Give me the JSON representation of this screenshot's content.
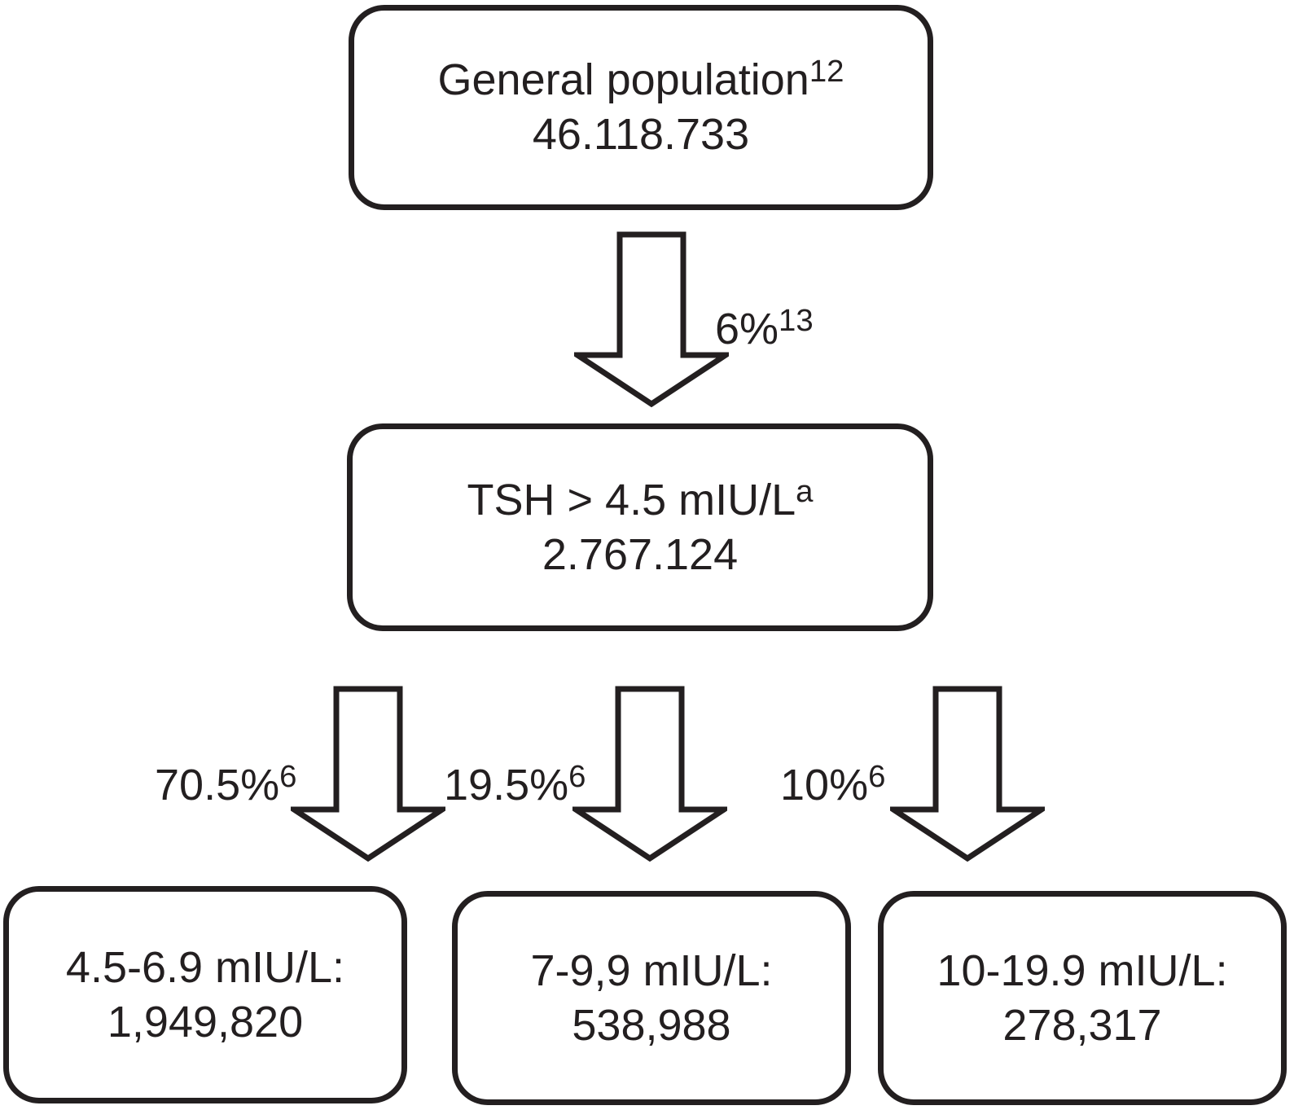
{
  "figure": {
    "background_color": "#ffffff",
    "ink_color": "#231f20"
  },
  "nodes": {
    "general_population": {
      "label": "General population",
      "superscript": "12",
      "value": "46.118.733"
    },
    "tsh_elevated": {
      "label": "TSH > 4.5 mIU/L",
      "superscript": "a",
      "value": "2.767.124"
    },
    "tsh_mild": {
      "label": "4.5-6.9 mIU/L:",
      "value": "1,949,820"
    },
    "tsh_moderate": {
      "label": "7-9,9 mIU/L:",
      "value": "538,988"
    },
    "tsh_severe": {
      "label": "10-19.9 mIU/L:",
      "value": "278,317"
    }
  },
  "edge_labels": {
    "general_to_tsh": {
      "label": "6%",
      "superscript": "13"
    },
    "tsh_to_mild": {
      "label": "70.5%",
      "superscript": "6"
    },
    "tsh_to_moderate": {
      "label": "19.5%",
      "superscript": "6"
    },
    "tsh_to_severe": {
      "label": "10%",
      "superscript": "6"
    }
  }
}
